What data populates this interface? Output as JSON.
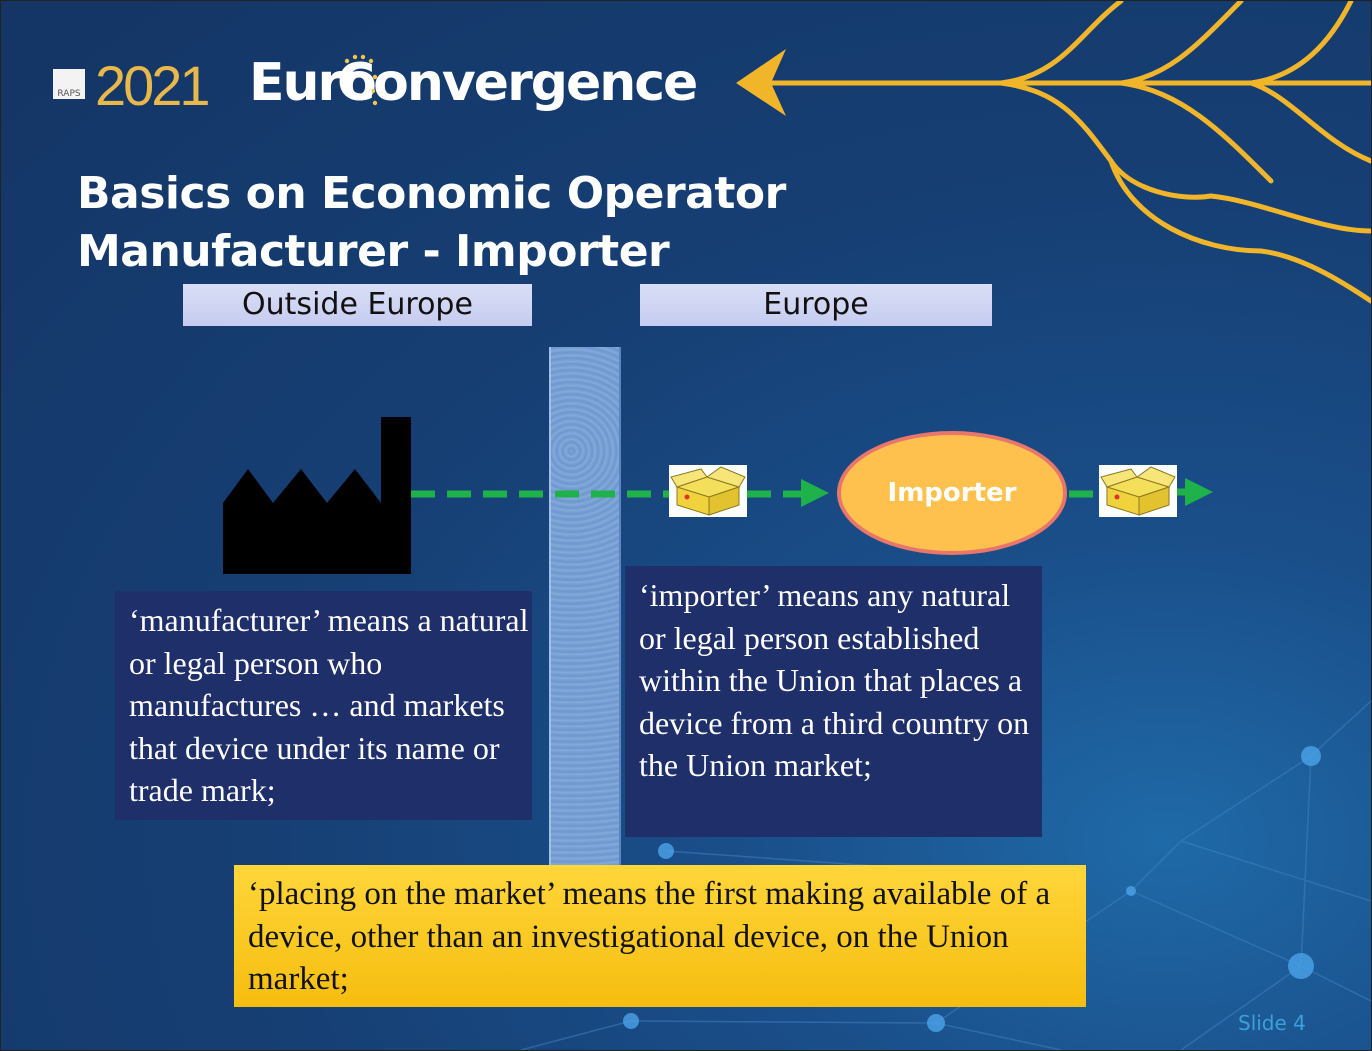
{
  "logo": {
    "mark": "RAPS",
    "year": "2021",
    "euro": "Euro",
    "convergence": "Convergence"
  },
  "title": {
    "line1": "Basics on Economic Operator",
    "line2": "Manufacturer - Importer"
  },
  "regions": {
    "outside": "Outside Europe",
    "inside": "Europe"
  },
  "importer_label": "Importer",
  "definitions": {
    "manufacturer": "‘manufacturer’ means a natural or legal person who manufactures … and markets that device under its name or trade mark;",
    "importer": "‘importer’ means any natural or legal person established within the Union that places a device from a third country on the Union market;",
    "placing": "‘placing on the market’ means the first making available of a device, other than an investigational device, on the Union market;"
  },
  "slide_number": "Slide 4",
  "colors": {
    "background": "#163f74",
    "accent_gold": "#f1b52a",
    "arrow_green": "#1fb14a",
    "importer_fill": "#ffc14d",
    "importer_border": "#e8766b",
    "definition_box": "#1e2f6a",
    "placing_box": "#ffd63a"
  }
}
